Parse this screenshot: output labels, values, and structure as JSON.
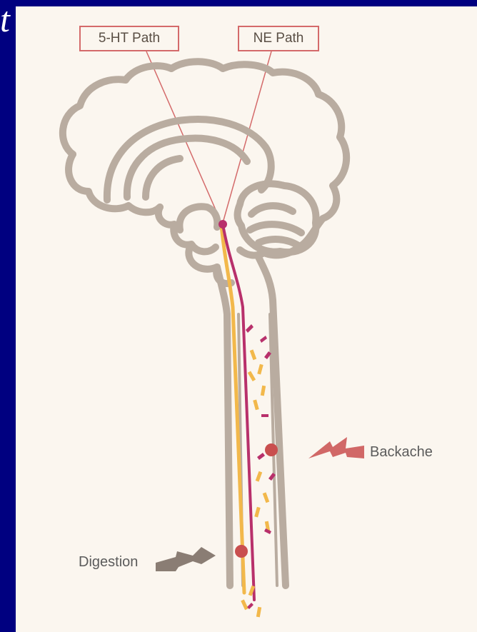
{
  "slide": {
    "title_fragment": "t"
  },
  "diagram": {
    "labels": {
      "serotonin_path": "5-HT Path",
      "norepinephrine_path": "NE Path",
      "backache": "Backache",
      "digestion": "Digestion"
    },
    "colors": {
      "background": "#000080",
      "panel": "#fbf6ef",
      "brain_outline": "#b9aca0",
      "serotonin_path": "#f2b84b",
      "norepinephrine_path": "#b8306b",
      "label_line": "#d46a6a",
      "pain_signal": "#c94f4f"
    }
  }
}
